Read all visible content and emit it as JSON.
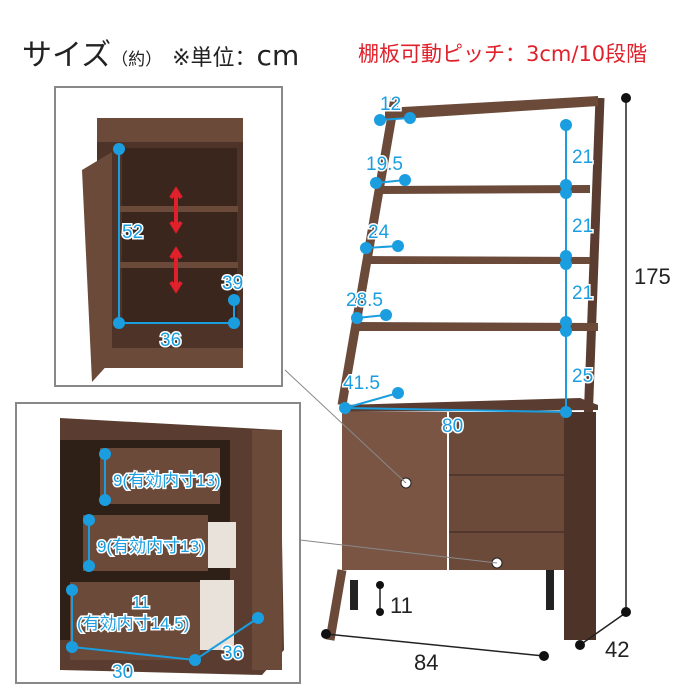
{
  "header": {
    "title": "サイズ",
    "approx": "（約）",
    "unit_note": "※単位：",
    "unit": "cm",
    "pitch_note": "棚板可動ピッチ：3cm/10段階"
  },
  "colors": {
    "dimension": "#1a9ee0",
    "wood": "#6b4a3a",
    "accent_red": "#e0202a"
  },
  "main": {
    "shelf_depths": [
      "12",
      "19.5",
      "24",
      "28.5",
      "41.5"
    ],
    "shelf_gaps": [
      "21",
      "21",
      "21",
      "25"
    ],
    "cabinet_width": "80",
    "total_height": "175",
    "total_width": "84",
    "total_depth": "42",
    "leg_clearance": "11"
  },
  "inset_cabinet": {
    "inner_height": "52",
    "inner_width": "36",
    "inner_depth": "39"
  },
  "inset_drawers": {
    "drawer1": "9(有効内寸13)",
    "drawer2": "9(有効内寸13)",
    "drawer3_height": "11",
    "drawer3_effective": "(有効内寸14.5)",
    "drawer_width": "30",
    "drawer_depth": "36"
  }
}
